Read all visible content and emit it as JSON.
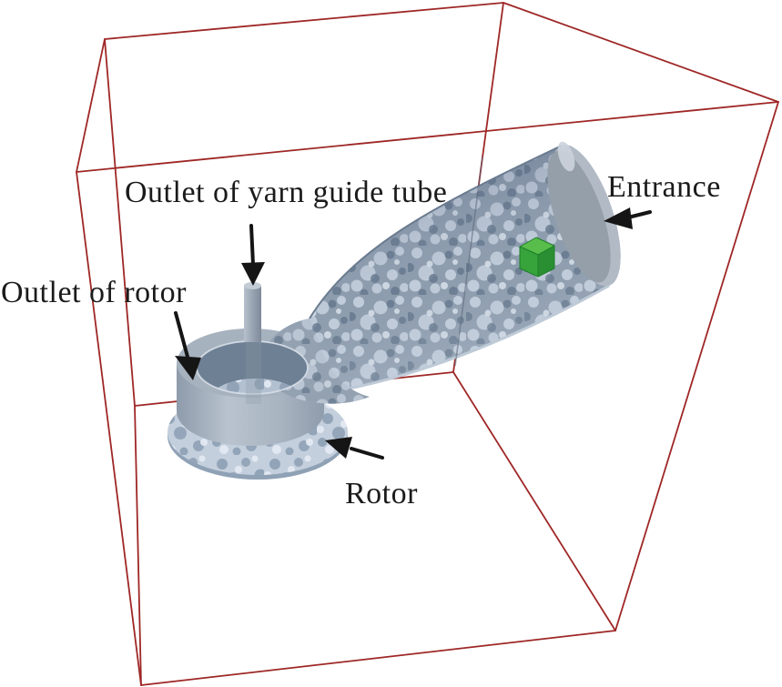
{
  "figure": {
    "kind": "3d-simulation-domain-diagram",
    "background": "#ffffff",
    "labels": {
      "yarn_outlet": "Outlet of yarn guide tube",
      "entrance": "Entrance",
      "rotor_outlet": "Outlet of rotor",
      "rotor": "Rotor"
    },
    "colors": {
      "wireframe_red": "#9e2726",
      "arrow_and_text_black": "#151515",
      "surface_base": "#8d9cad",
      "surface_light": "#c4cfdd",
      "speckle_light": "#c9d4e1",
      "speckle_dark": "#62748a",
      "entrance_face": "#959fa9",
      "entrance_rim": "#b2bac5",
      "cavity_shadow": "#6e8094",
      "marker_cube_top": "#59bd4b",
      "marker_cube_left": "#36a33b",
      "marker_cube_right": "#2a8f33"
    }
  }
}
